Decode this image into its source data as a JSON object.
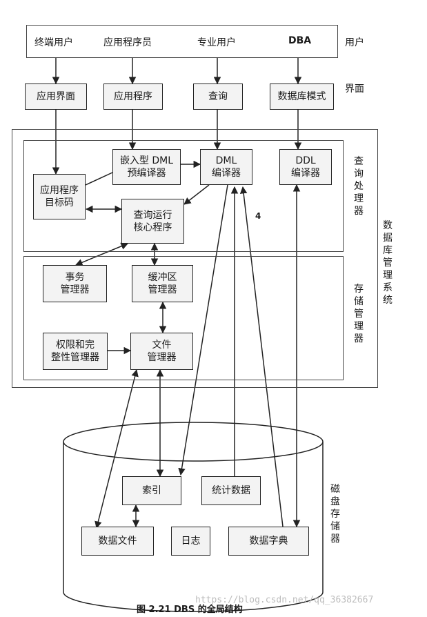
{
  "users": {
    "end_user": "终端用户",
    "app_programmer": "应用程序员",
    "pro_user": "专业用户",
    "dba": "DBA",
    "layer_label": "用户"
  },
  "interfaces": {
    "app_ui": "应用界面",
    "app_program": "应用程序",
    "query": "查询",
    "db_schema": "数据库模式",
    "layer_label": "界面"
  },
  "query_processor": {
    "embedded_dml_l1": "嵌入型 DML",
    "embedded_dml_l2": "预编译器",
    "dml_compiler_l1": "DML",
    "dml_compiler_l2": "编译器",
    "ddl_compiler_l1": "DDL",
    "ddl_compiler_l2": "编译器",
    "app_object_l1": "应用程序",
    "app_object_l2": "目标码",
    "query_runtime_l1": "查询运行",
    "query_runtime_l2": "核心程序",
    "label": "查询处理器"
  },
  "storage_manager": {
    "txn_l1": "事务",
    "txn_l2": "管理器",
    "buffer_l1": "缓冲区",
    "buffer_l2": "管理器",
    "auth_l1": "权限和完",
    "auth_l2": "整性管理器",
    "file_l1": "文件",
    "file_l2": "管理器",
    "label": "存储管理器"
  },
  "dbms_label": "数据库管理系统",
  "disk": {
    "index": "索引",
    "stats": "统计数据",
    "data_files": "数据文件",
    "log": "日志",
    "dictionary": "数据字典",
    "label": "磁盘存储器"
  },
  "caption": "图 2.21    DBS 的全局结构",
  "watermark": "https://blog.csdn.net/qq_36382667",
  "stray_mark": "4",
  "colors": {
    "stroke": "#222222",
    "box_fill": "#f3f3f3"
  }
}
